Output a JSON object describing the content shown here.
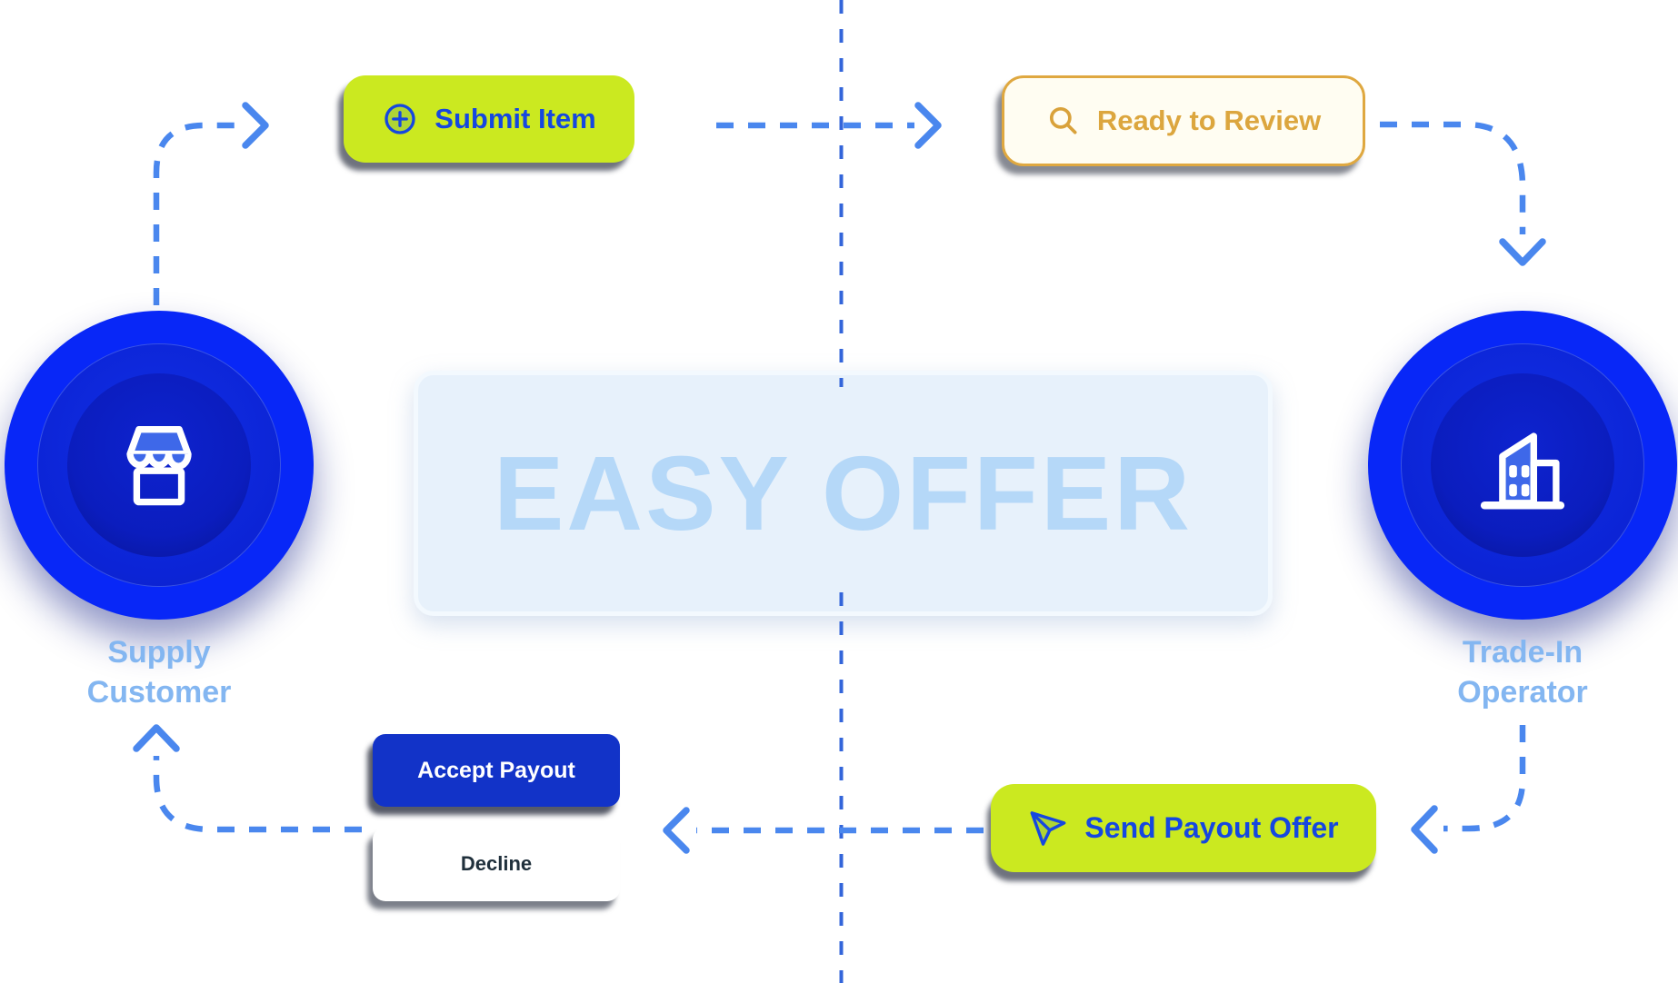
{
  "colors": {
    "lime": "#CBE920",
    "action-blue": "#1547E0",
    "gold": "#DCA63E",
    "gold-border": "#DFA840",
    "cream": "#FFFDF2",
    "node-blue": "#0827F7",
    "icon-fill-blue": "#3E68E9",
    "label-blue": "#83B6F1",
    "title-blue": "#B5D8F8",
    "panel-bg": "#E7F1FB",
    "panel-border": "#F3F9FE",
    "accept-blue": "#1233C8",
    "decline-text": "#20303C",
    "arrow-blue": "#4A87EE",
    "divider-blue": "#3365DA"
  },
  "diagram": {
    "title": "EASY OFFER",
    "left_node": {
      "line1": "Supply",
      "line2": "Customer"
    },
    "right_node": {
      "line1": "Trade-In",
      "line2": "Operator"
    },
    "buttons": {
      "submit_item": "Submit Item",
      "ready_to_review": "Ready to Review",
      "accept_payout": "Accept Payout",
      "decline": "Decline",
      "send_payout_offer": "Send Payout Offer"
    }
  }
}
